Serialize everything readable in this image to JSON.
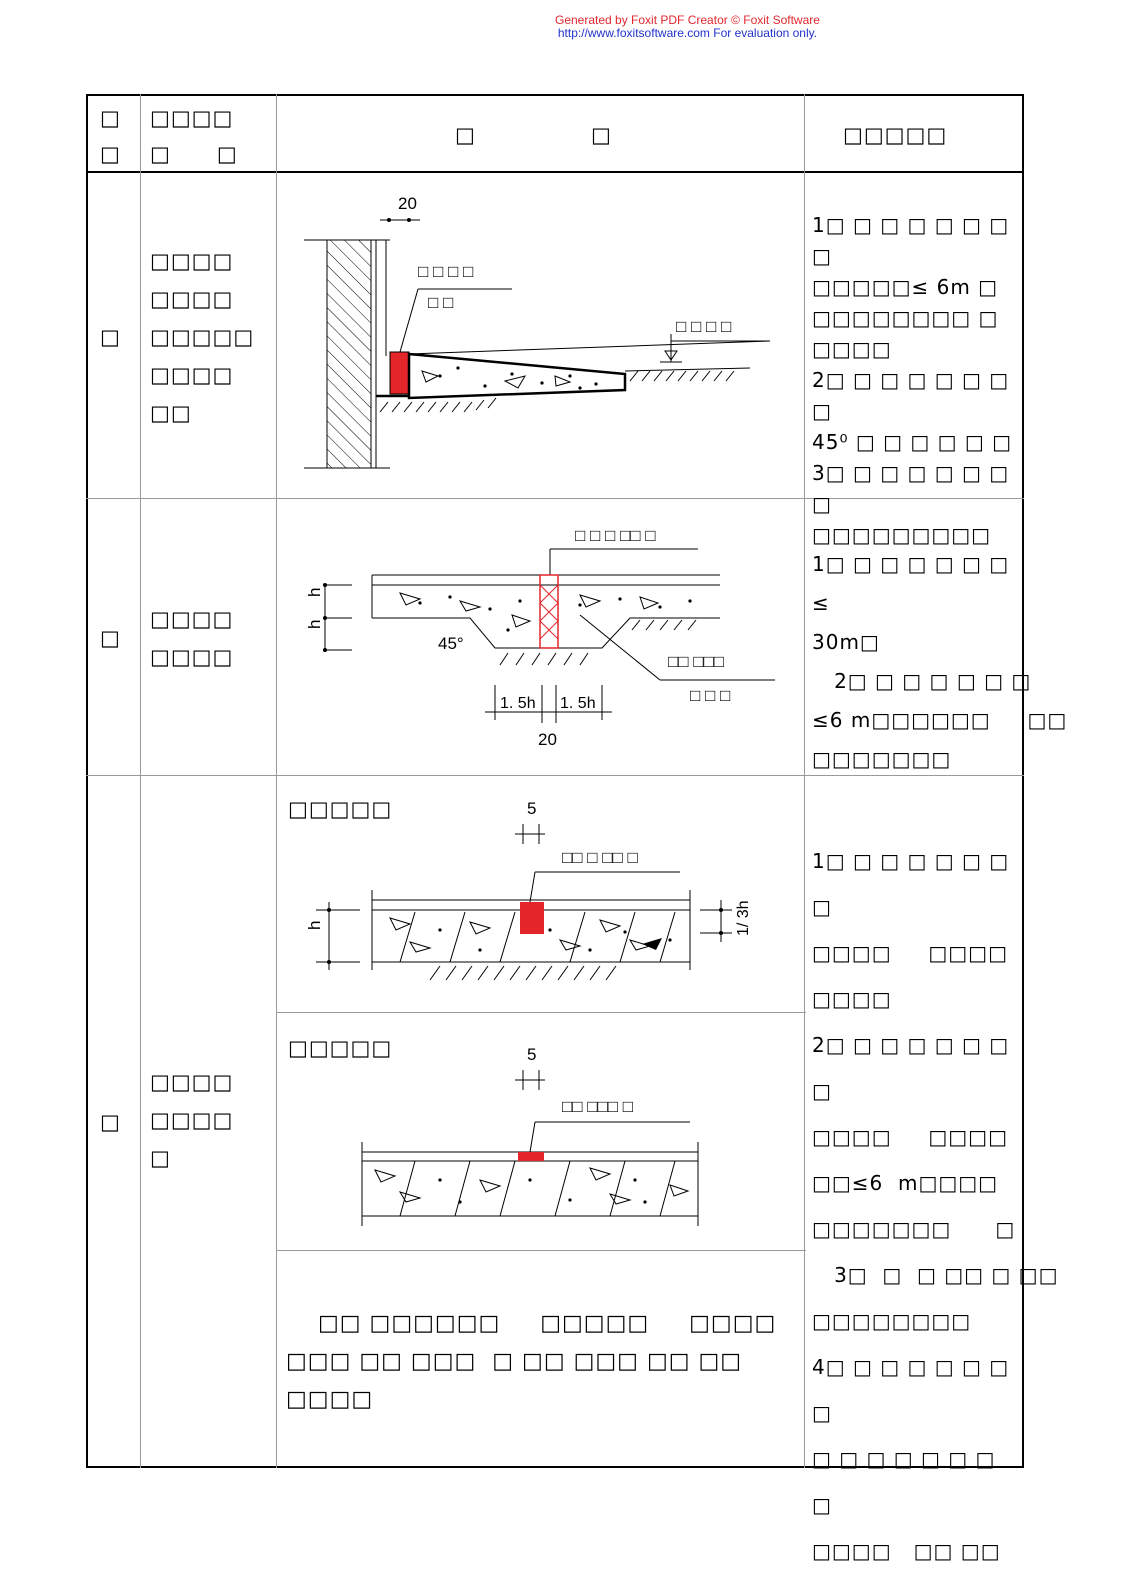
{
  "watermark": {
    "line1": "Generated by Foxit PDF Creator © Foxit Software",
    "line2": "http://www.foxitsoftware.com   For evaluation only."
  },
  "header": {
    "col1": "□\n□",
    "col2": "□□□□\n□      □",
    "col3": "□               □",
    "col4": "□□□□□"
  },
  "rows": [
    {
      "no": "□",
      "name": "□□□□\n□□□□\n□□□□□\n□□□□\n□□",
      "figure": {
        "dim_top": "20",
        "label_left_1": "□ □ □ □",
        "label_left_2": "□    □",
        "label_right": "□ □ □ □"
      },
      "notes": [
        "1□ □ □ □ □ □ □ □",
        "□□□□□≤      6m □",
        "□□□□□□□□      □",
        "□□□□",
        "2□ □ □ □ □ □ □ □",
        "45⁰ □ □ □ □ □ □",
        "3□ □ □ □ □ □ □ □",
        "□□□□□□□□□"
      ]
    },
    {
      "no": "□",
      "name": "□□□□\n□□□□",
      "figure": {
        "label_top": "□ □ □ □□ □",
        "label_right_1": "□□ □□□",
        "label_right_2": "□ □ □",
        "dim_h1": "h",
        "dim_h2": "h",
        "angle": "45°",
        "dim_15h_left": "1. 5h",
        "dim_15h_right": "1. 5h",
        "dim_20": "20"
      },
      "notes": [
        "1□ □ □ □ □ □ □ ≤",
        "30m□",
        "   2□ □ □ □ □ □ □",
        "≤6 m□□□□□□     □□",
        "□□□□□□□"
      ]
    },
    {
      "no": "□",
      "name": "□□□□\n□□□□\n□",
      "fig_a": {
        "title": "□□□□□",
        "dim_5": "5",
        "label": "□□ □ □□ □",
        "dim_h": "h",
        "dim_13h": "1/ 3h"
      },
      "fig_b": {
        "title": "□□□□□",
        "dim_5": "5",
        "label": "□□ □□□ □"
      },
      "text_note": "    □□ □□□□□□     □□□□□     □□□□ □□□ □□ □□□  □ □□ □□□ □□ □□ □□□□",
      "notes": [
        "1□ □ □ □ □ □ □ □",
        "□□□□     □□□□",
        "□□□□",
        "2□ □ □ □ □ □ □ □",
        "□□□□     □□□□",
        "□□≤6  m□□□□",
        "□□□□□□□      □",
        "   3□  □  □ □□ □ □□",
        "□□□□□□□□",
        "4□ □ □ □ □ □ □ □",
        "□ □ □ □ □ □ □ □",
        "□□□□   □□ □□"
      ]
    }
  ]
}
